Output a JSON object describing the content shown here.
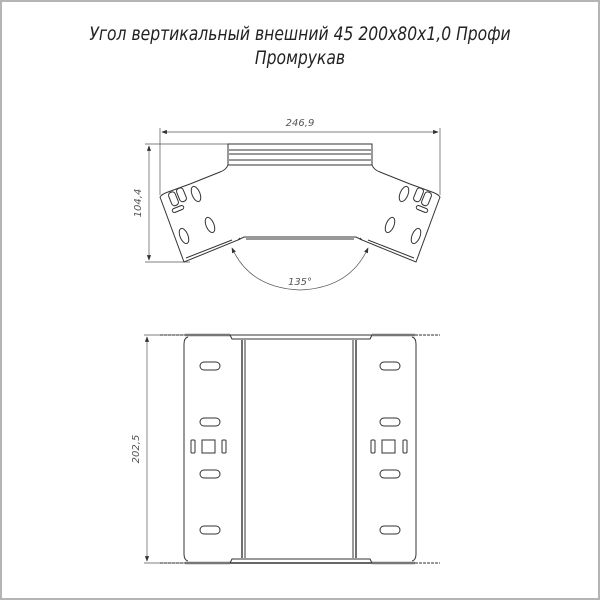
{
  "title": {
    "line1": "Угол вертикальный внешний 45 200х80х1,0 Профи",
    "line2": "Промрукав"
  },
  "top_view": {
    "width_dim": "246,9",
    "height_dim": "104,4",
    "angle_dim": "135°"
  },
  "front_view": {
    "height_dim": "202,5"
  },
  "colors": {
    "line": "#333333",
    "dim_line": "#555555",
    "frame": "#b4b4b4"
  }
}
